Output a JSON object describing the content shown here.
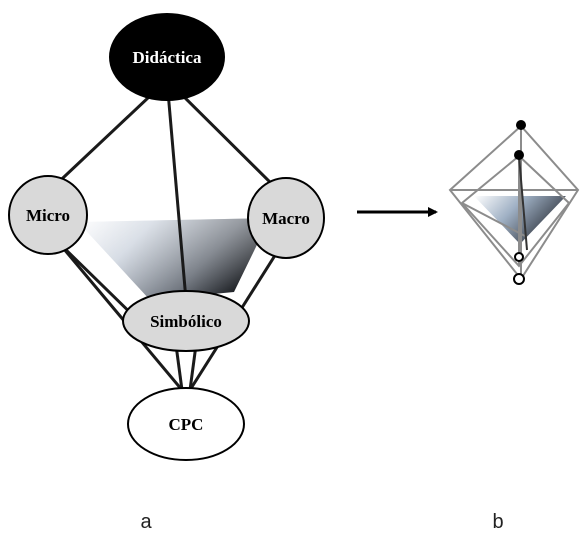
{
  "nodes": {
    "didactica": "Didáctica",
    "micro": "Micro",
    "macro": "Macro",
    "simbolico": "Simbólico",
    "cpc": "CPC"
  },
  "panels": {
    "a": "a",
    "b": "b"
  },
  "colors": {
    "top_node_fill": "#000000",
    "top_node_text": "#ffffff",
    "mid_node_fill": "#d9d9d9",
    "bottom_node_fill": "#ffffff",
    "edge": "#1a1a1a",
    "mini_edge": "#8c8c8c",
    "arrow": "#000000"
  }
}
